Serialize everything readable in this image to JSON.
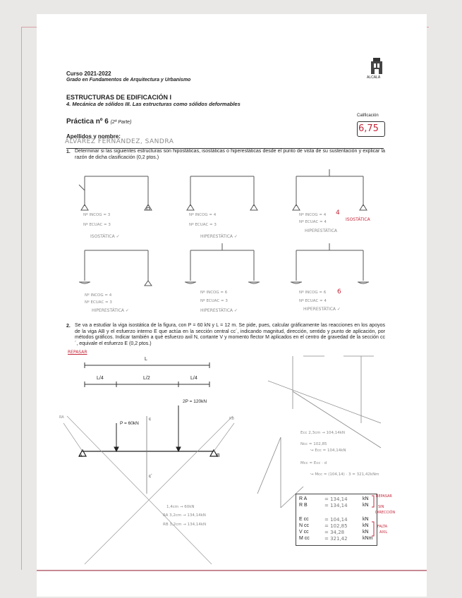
{
  "header": {
    "course": "Curso 2021-2022",
    "degree": "Grado en Fundamentos de Arquitectura y Urbanismo",
    "subject": "ESTRUCTURAS DE EDIFICACIÓN I",
    "topic": "4.  Mecánica de sólidos III. Las estructuras como sólidos deformables",
    "practice": "Práctica nº 6",
    "part": "(2ª Parte)",
    "name_label": "Apellidos y nombre:",
    "student_name": "ÁLVAREZ FERNÁNDEZ, SANDRA",
    "grade_label": "Calificación",
    "grade": "6,75",
    "logo_text": "ALCALÁ"
  },
  "q1": {
    "number": "1.",
    "text": "Determinar si las siguientes estructuras son hipostáticas, isostáticas o hiperestáticas desde el punto de vista de su sustentación y explicar la razón de dicha clasificación (0,2 ptos.)",
    "frames": [
      {
        "line1": "Nº INCOG = 3",
        "line2": "Nº ECUAC = 3",
        "result": "ISOSTÁTICA ✓"
      },
      {
        "line1": "Nº INCOG = 4",
        "line2": "Nº ECUAC = 3",
        "result": "HIPERESTÁTICA ✓"
      },
      {
        "line1": "Nº INCOG = 4",
        "line2": "Nº ECUAC = 4",
        "result": "HIPERESTÁTICA",
        "red_number": "4",
        "red_note": "ISOSTÁTICA"
      },
      {
        "line1": "Nº INCOG = 4",
        "line2": "Nº ECUAC = 3",
        "result": "HIPERESTÁTICA ✓"
      },
      {
        "line1": "Nº INCOG = 6",
        "line2": "Nº ECUAC = 3",
        "result": "HIPERESTÁTICA ✓"
      },
      {
        "line1": "Nº INCOG = 6",
        "line2": "Nº ECUAC = 4",
        "result": "HIPERESTÁTICA ✓",
        "red_number": "6"
      }
    ]
  },
  "q2": {
    "number": "2.",
    "text": "Se va a estudiar la viga isostática de la figura, con P = 60 kN y L = 12 m. Se pide, pues, calcular gráficamente las reacciones en los apoyos de la viga AB y el esfuerzo interno E que actúa en la sección central cc´, indicando magnitud, dirección, sentido y punto de aplicación, por métodos gráficos. Indicar también a qué esfuerzo axil N, cortante V y momento flector M aplicados en el centro de gravedad de la sección cc´, equivale el esfuerzo E (0,2 ptos.)",
    "red_note": "REPASAR",
    "labels": {
      "L": "L",
      "L4a": "L/4",
      "L2": "L/2",
      "L4b": "L/4",
      "P": "P = 60kN",
      "TwoP": "2P = 120kN",
      "A": "A",
      "B": "B",
      "c": "c",
      "cprime": "c´",
      "RA": "RA",
      "RB": "RB"
    },
    "pencil_calcs": [
      "Ecc 2,3cm → 104,14kN",
      "Ncc = 102,85",
      "↪ Ecc = 104,14kN",
      "Mcc = Ecc · d",
      "↪ Mcc = (104,14) · 3 = 321,42kNm",
      "1,4cm → 60kN",
      "RA 3,2cm → 134,14kN",
      "RB 3,2cm → 134,14kN"
    ],
    "results": [
      {
        "label": "R A",
        "value": "= 134,14",
        "unit": "kN"
      },
      {
        "label": "R B",
        "value": "= 134,14",
        "unit": "kN"
      },
      {
        "label": "E cc",
        "value": "= 104,14",
        "unit": "kN"
      },
      {
        "label": "N cc",
        "value": "= 102,85",
        "unit": "kN"
      },
      {
        "label": "V cc",
        "value": "= 34,28",
        "unit": "kN"
      },
      {
        "label": "M cc",
        "value": "= 321,42",
        "unit": "kNm"
      }
    ],
    "red_marks": {
      "r1": "REPASAR",
      "r2": "SIN",
      "r3": "DIRECCIÓN",
      "r4": "FALTA",
      "r5": "AXIL"
    }
  }
}
